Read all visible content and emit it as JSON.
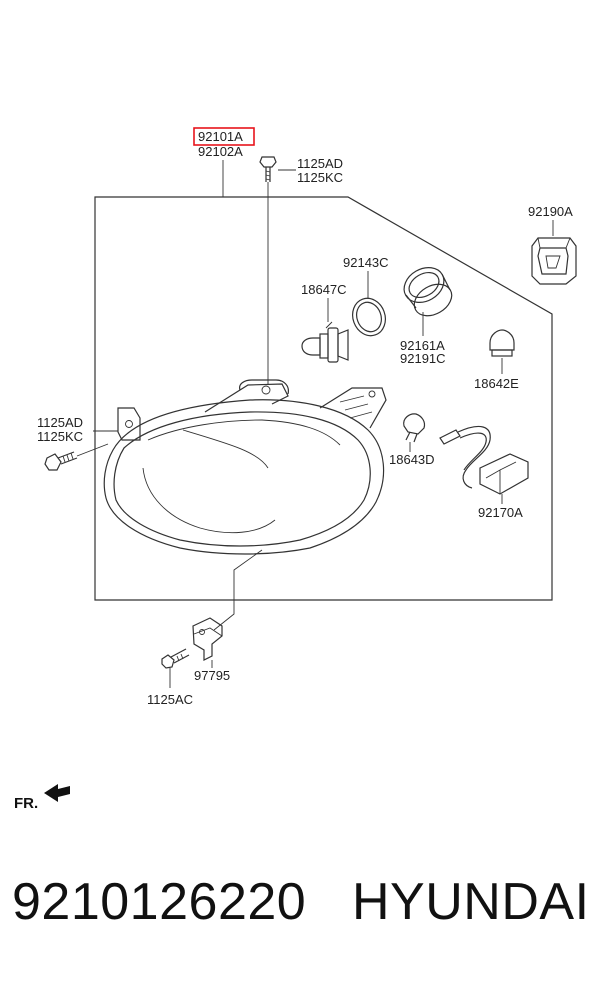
{
  "labels": {
    "top_highlight": "92101A",
    "top_sub": "92102A",
    "bolt_top_a": "1125AD",
    "bolt_top_b": "1125KC",
    "bulb_cover": "92190A",
    "ring": "92143C",
    "bulb_h4": "18647C",
    "cap_a": "92161A",
    "cap_b": "92191C",
    "bulb_side": "18642E",
    "bolt_left_a": "1125AD",
    "bolt_left_b": "1125KC",
    "bulb_small": "18643D",
    "socket": "92170A",
    "bracket": "97795",
    "bolt_bottom": "1125AC",
    "front_marker": "FR."
  },
  "footer": {
    "part_number": "9210126220",
    "brand": "HYUNDAI"
  },
  "colors": {
    "highlight_box": "#e8141c",
    "line": "#333333"
  }
}
